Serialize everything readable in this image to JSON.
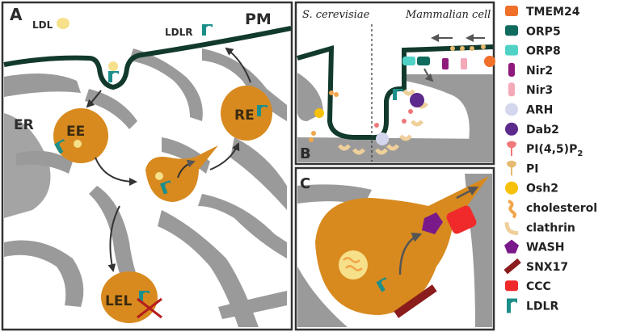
{
  "panel_a": {
    "label": "A",
    "pm": "PM",
    "ldl": "LDL",
    "ldlr": "LDLR",
    "er": "ER",
    "ee": "EE",
    "re": "RE",
    "lel": "LEL"
  },
  "panel_b": {
    "label": "B",
    "left_title": "S. cerevisiae",
    "right_title": "Mammalian cell"
  },
  "panel_c": {
    "label": "C"
  },
  "legend": {
    "items": [
      {
        "label": "TMEM24",
        "color": "#f0702a"
      },
      {
        "label": "ORP5",
        "color": "#0f6b5e"
      },
      {
        "label": "ORP8",
        "color": "#4fd1c5"
      },
      {
        "label": "Nir2",
        "color": "#8e1a7c"
      },
      {
        "label": "Nir3",
        "color": "#f4a9b8"
      },
      {
        "label": "ARH",
        "color": "#d4d6ee"
      },
      {
        "label": "Dab2",
        "color": "#5b2a8c"
      },
      {
        "label": "PI(4,5)P",
        "sub": "2",
        "color": "#f07878"
      },
      {
        "label": "PI",
        "color": "#e6b96e"
      },
      {
        "label": "Osh2",
        "color": "#f6c10a"
      },
      {
        "label": "cholesterol",
        "color": "#f2a54a"
      },
      {
        "label": "clathrin",
        "color": "#efcf9a"
      },
      {
        "label": "WASH",
        "color": "#7a1a8a"
      },
      {
        "label": "SNX17",
        "color": "#8a1c1c"
      },
      {
        "label": "CCC",
        "color": "#f02a2a"
      },
      {
        "label": "LDLR",
        "color": "#1d8f8a"
      }
    ]
  },
  "colors": {
    "membrane": "#123a2c",
    "er": "#8c8c8c",
    "endosome": "#d88a1f",
    "ldlr": "#1d8f8a",
    "ldl": "#f6e08a"
  }
}
